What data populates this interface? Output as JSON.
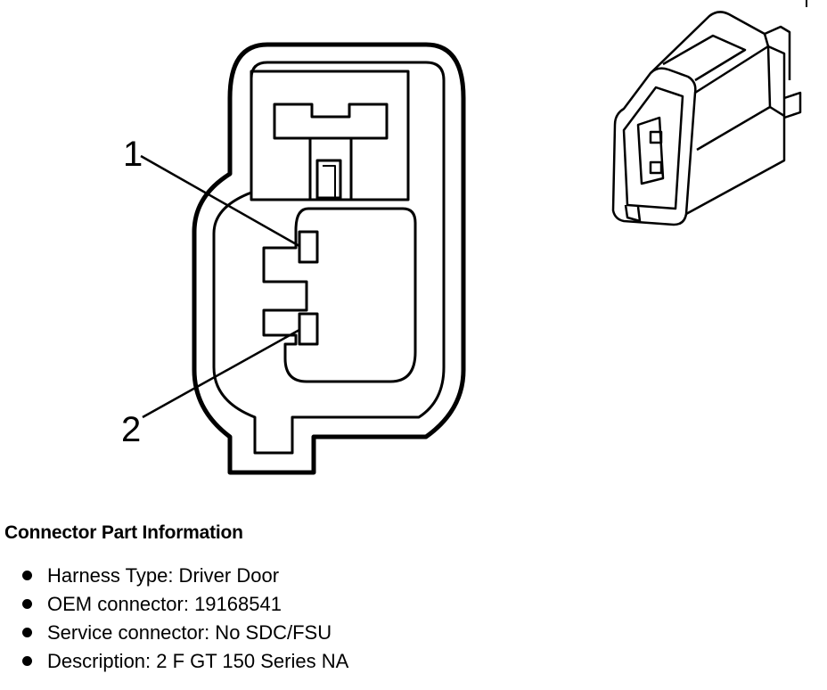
{
  "pins": [
    {
      "label": "1"
    },
    {
      "label": "2"
    }
  ],
  "info": {
    "title": "Connector Part Information",
    "items": [
      "Harness Type: Driver Door",
      "OEM connector: 19168541",
      "Service connector: No SDC/FSU",
      "Description: 2 F GT 150 Series NA"
    ]
  }
}
